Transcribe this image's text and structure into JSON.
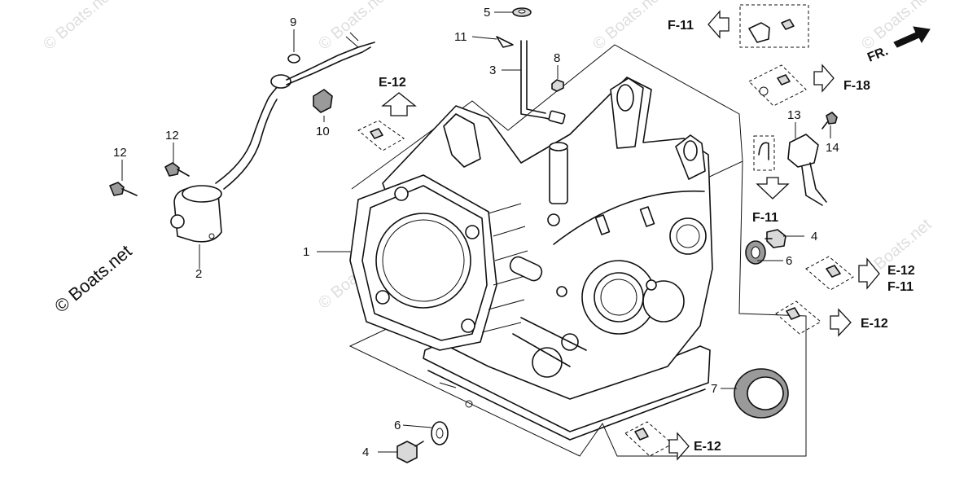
{
  "diagram": {
    "watermark": "© Boats.net",
    "front_label": "FR.",
    "colors": {
      "line": "#111111",
      "background": "#ffffff"
    },
    "callouts": {
      "c1": "1",
      "c2": "2",
      "c3": "3",
      "c4a": "4",
      "c4b": "4",
      "c5": "5",
      "c6a": "6",
      "c6b": "6",
      "c7": "7",
      "c8": "8",
      "c9": "9",
      "c10": "10",
      "c11": "11",
      "c12a": "12",
      "c12b": "12",
      "c13": "13",
      "c14": "14"
    },
    "references": {
      "f11_top": "F-11",
      "f18": "F-18",
      "f11_mid": "F-11",
      "e12_top": "E-12",
      "e12_right1": "E-12",
      "f11_right1": "F-11",
      "e12_right2": "E-12",
      "e12_bottom": "E-12"
    }
  }
}
